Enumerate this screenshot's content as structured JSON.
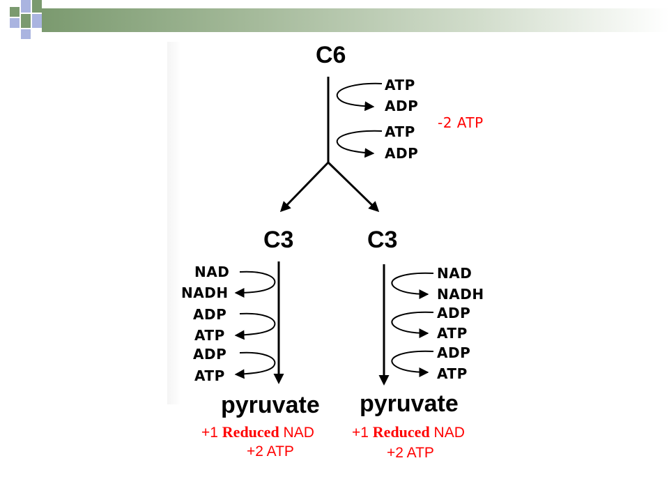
{
  "top_molecule": "C6",
  "colors": {
    "text": "#000000",
    "highlight": "#ff0000",
    "theme_green": "#7b9a6f",
    "theme_blue": "#aab4e0"
  },
  "investment": {
    "steps": [
      {
        "in": "ATP",
        "out": "ADP"
      },
      {
        "in": "ATP",
        "out": "ADP"
      }
    ],
    "net": "-2 ATP"
  },
  "branches": [
    {
      "molecule": "C3",
      "steps": [
        {
          "in": "NAD",
          "out": "NADH"
        },
        {
          "in": "ADP",
          "out": "ATP"
        },
        {
          "in": "ADP",
          "out": "ATP"
        }
      ],
      "product": "pyruvate",
      "yield_nad_num": "+1",
      "yield_nad_word": "Reduced",
      "yield_nad_mol": "NAD",
      "yield_atp": "+2 ATP"
    },
    {
      "molecule": "C3",
      "steps": [
        {
          "in": "NAD",
          "out": "NADH"
        },
        {
          "in": "ADP",
          "out": "ATP"
        },
        {
          "in": "ADP",
          "out": "ATP"
        }
      ],
      "product": "pyruvate",
      "yield_nad_num": "+1",
      "yield_nad_word": "Reduced",
      "yield_nad_mol": "NAD",
      "yield_atp": "+2 ATP"
    }
  ]
}
